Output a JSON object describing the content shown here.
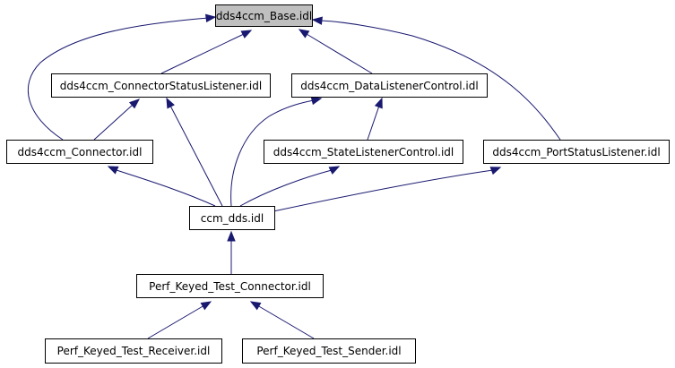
{
  "diagram": {
    "nodes": {
      "base": "dds4ccm_Base.idl",
      "connector_status_listener": "dds4ccm_ConnectorStatusListener.idl",
      "data_listener_control": "dds4ccm_DataListenerControl.idl",
      "connector": "dds4ccm_Connector.idl",
      "state_listener_control": "dds4ccm_StateListenerControl.idl",
      "port_status_listener": "dds4ccm_PortStatusListener.idl",
      "ccm_dds": "ccm_dds.idl",
      "perf_connector": "Perf_Keyed_Test_Connector.idl",
      "perf_receiver": "Perf_Keyed_Test_Receiver.idl",
      "perf_sender": "Perf_Keyed_Test_Sender.idl"
    },
    "current_node": "base",
    "edges": [
      {
        "from": "connector_status_listener",
        "to": "base"
      },
      {
        "from": "data_listener_control",
        "to": "base"
      },
      {
        "from": "connector",
        "to": "base"
      },
      {
        "from": "port_status_listener",
        "to": "base"
      },
      {
        "from": "connector",
        "to": "connector_status_listener"
      },
      {
        "from": "ccm_dds",
        "to": "connector_status_listener"
      },
      {
        "from": "state_listener_control",
        "to": "data_listener_control"
      },
      {
        "from": "ccm_dds",
        "to": "data_listener_control"
      },
      {
        "from": "ccm_dds",
        "to": "connector"
      },
      {
        "from": "ccm_dds",
        "to": "state_listener_control"
      },
      {
        "from": "ccm_dds",
        "to": "port_status_listener"
      },
      {
        "from": "perf_connector",
        "to": "ccm_dds"
      },
      {
        "from": "perf_receiver",
        "to": "perf_connector"
      },
      {
        "from": "perf_sender",
        "to": "perf_connector"
      }
    ],
    "colors": {
      "edge": "#191970",
      "node_border": "#000000",
      "node_fill": "#ffffff",
      "current_fill": "#bfbfbf"
    }
  }
}
